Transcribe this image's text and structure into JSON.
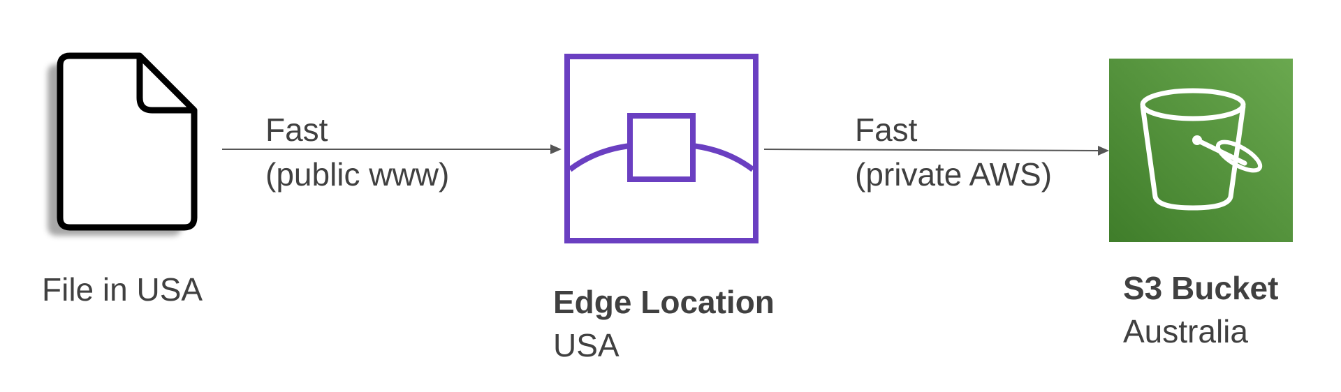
{
  "diagram": {
    "nodes": {
      "file": {
        "label": "File in USA",
        "icon": "document-icon"
      },
      "edge": {
        "title": "Edge Location",
        "subtitle": "USA",
        "icon": "cloudfront-edge-location-icon",
        "color": "#6a3fc1"
      },
      "bucket": {
        "title": "S3 Bucket",
        "subtitle": "Australia",
        "icon": "s3-bucket-icon",
        "color_start": "#3f7d2a",
        "color_end": "#6aa84f"
      }
    },
    "edges": [
      {
        "from": "file",
        "to": "edge",
        "line1": "Fast",
        "line2": "(public www)"
      },
      {
        "from": "edge",
        "to": "bucket",
        "line1": "Fast",
        "line2": "(private AWS)"
      }
    ]
  }
}
